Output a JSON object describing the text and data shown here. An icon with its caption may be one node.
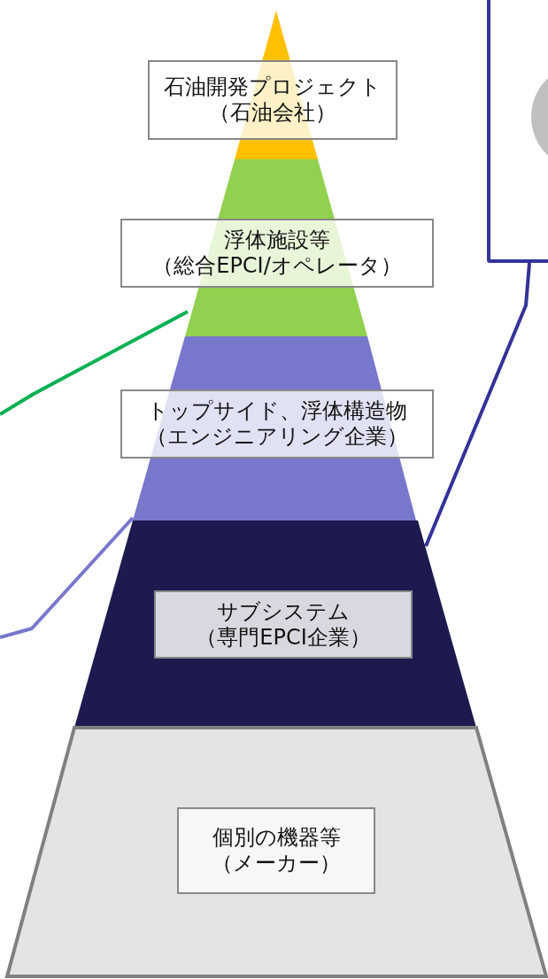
{
  "diagram": {
    "nodes": [
      {
        "text": [
          "石油開発プロジェクト",
          "（石油会社）"
        ]
      },
      {
        "text": [
          "浮体施設等",
          "（総合EPCI/オペレータ）"
        ]
      },
      {
        "text": [
          "トップサイド、浮体構造物",
          "（エンジニアリング企業）"
        ]
      },
      {
        "text": [
          "サブシステム",
          "（専門EPCI企業）"
        ]
      },
      {
        "text": [
          "個別の機器等",
          "（メーカー）"
        ]
      },
      {
        "text": [],
        "shape": "box"
      }
    ],
    "edges": [
      {
        "from": 1,
        "to": null,
        "arrow": "none",
        "color": "#00b050"
      },
      {
        "from": 2,
        "to": null,
        "arrow": "none",
        "color": "#7777cc"
      },
      {
        "from": 3,
        "to": 5,
        "arrow": "none",
        "color": "#333399"
      }
    ]
  }
}
